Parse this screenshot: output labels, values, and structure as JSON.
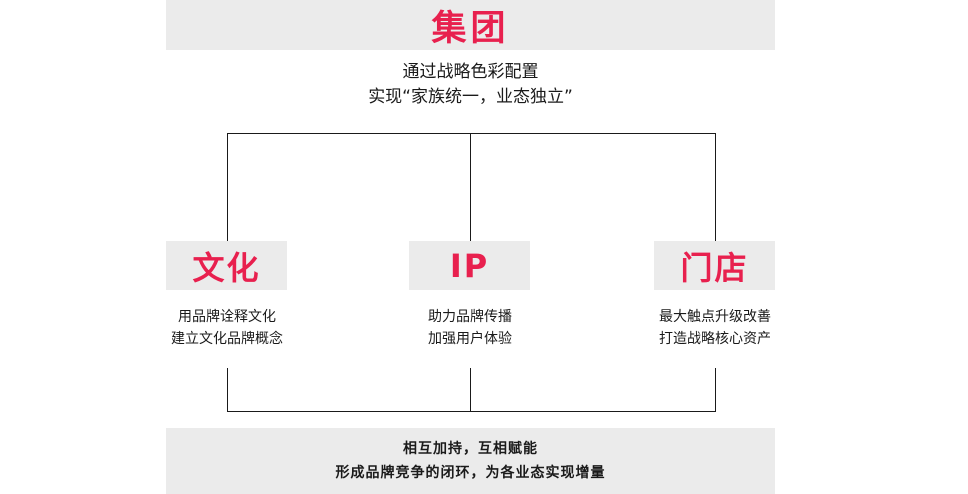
{
  "header": {
    "title": "集团",
    "subtitle_line1": "通过战略色彩配置",
    "subtitle_line2": "实现“家族统一，业态独立”"
  },
  "nodes": [
    {
      "label": "文化",
      "desc_line1": "用品牌诠释文化",
      "desc_line2": "建立文化品牌概念"
    },
    {
      "label": "IP",
      "desc_line1": "助力品牌传播",
      "desc_line2": "加强用户体验"
    },
    {
      "label": "门店",
      "desc_line1": "最大触点升级改善",
      "desc_line2": "打造战略核心资产"
    }
  ],
  "footer": {
    "line1": "相互加持，互相赋能",
    "line2": "形成品牌竞争的闭环，为各业态实现增量"
  },
  "colors": {
    "accent": "#e8204e",
    "box_background": "#ebebeb",
    "line": "#1a1a1a"
  }
}
